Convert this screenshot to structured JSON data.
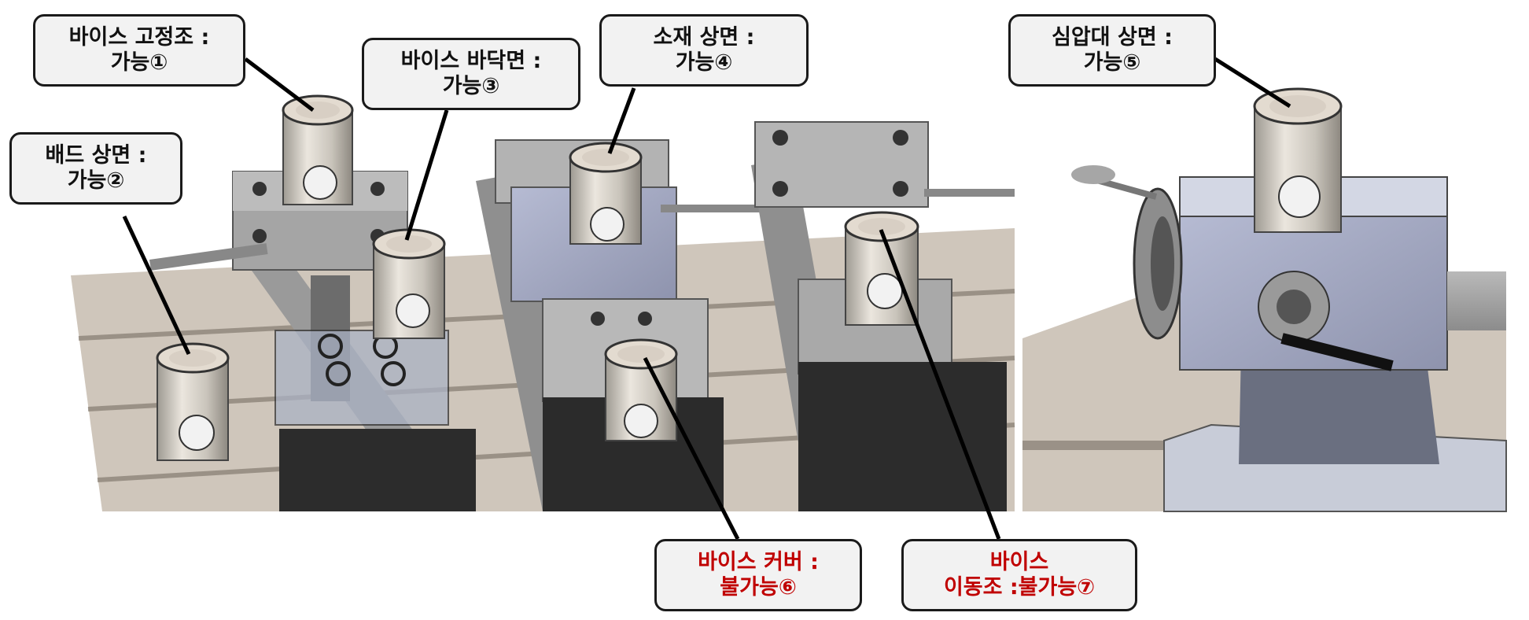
{
  "colors": {
    "ok_text": "#111111",
    "bad_text": "#c00000",
    "callout_bg": "#f2f2f2",
    "callout_border": "#1a1a1a"
  },
  "callouts": {
    "vise_fixed_jaw": {
      "line1": "바이스 고정조 :",
      "line2": "가능①",
      "status": "ok"
    },
    "bed_top": {
      "line1": "배드 상면 :",
      "line2": "가능②",
      "status": "ok"
    },
    "vise_bottom": {
      "line1": "바이스 바닥면 :",
      "line2": "가능③",
      "status": "ok"
    },
    "workpiece_top": {
      "line1": "소재 상면 :",
      "line2": "가능④",
      "status": "ok"
    },
    "tailstock_top": {
      "line1": "심압대 상면 :",
      "line2": "가능⑤",
      "status": "ok"
    },
    "vise_cover": {
      "line1": "바이스 커버 :",
      "line2": "불가능⑥",
      "status": "bad"
    },
    "vise_moving_jaw": {
      "line1": "바이스",
      "line2": "이동조 :불가능⑦",
      "status": "bad"
    }
  }
}
